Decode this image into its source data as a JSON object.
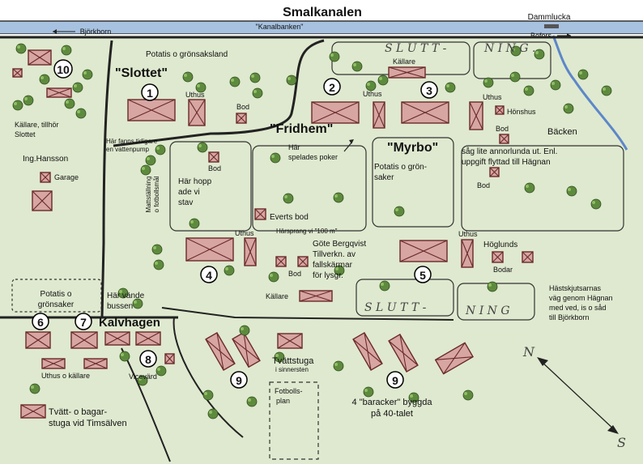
{
  "colors": {
    "land": "#dfe9cf",
    "water": "#a7c2e0",
    "building": "#d7a6a2",
    "building_edge": "#6a2a2a",
    "tree": "#5e8a3e",
    "road": "#222222"
  },
  "title": "Smalkanalen",
  "canal": {
    "kanalbanken": "\"Kanalbanken\"",
    "dammlucka": "Dammlucka",
    "bofors": "Bofors",
    "bjorkborn": "Björkborn"
  },
  "numbers": [
    "1",
    "2",
    "3",
    "4",
    "5",
    "6",
    "7",
    "8",
    "9",
    "9",
    "10"
  ],
  "labels": {
    "potatis_top": "Potatis o grönsaksland",
    "slottet": "\"Slottet\"",
    "uthus_1": "Uthus",
    "bod_1": "Bod",
    "fridhem": "\"Fridhem\"",
    "uthus_2": "Uthus",
    "kallare_top": "Källare",
    "myrbo": "\"Myrbo\"",
    "uthus_3": "Uthus",
    "honshus": "Hönshus",
    "bod_honshus": "Bod",
    "backen": "Bäcken",
    "sag_lite_1": "såg lite annorlunda ut. Enl.",
    "sag_lite_2": "uppgift flyttad till Hägnan",
    "bod_east": "Bod",
    "kallare_tillhor_1": "Källare, tillhör",
    "kallare_tillhor_2": "Slottet",
    "pump_1": "Här fanns tidigare",
    "pump_2": "en vattenpump",
    "ing_hansson": "Ing.Hansson",
    "garage": "Garage",
    "har_spelades_1": "Här",
    "har_spelades_2": "spelades poker",
    "potatis_mid_1": "Potatis o grön-",
    "potatis_mid_2": "saker",
    "bod_center": "Bod",
    "hopp_1": "Här hopp",
    "hopp_2": "ade vi",
    "hopp_3": "stav",
    "mattstallning_1": "Mattställning",
    "mattstallning_2": "o fotbollsmål",
    "everts_bod": "Everts bod",
    "harsprang": "Härsprang vi \"100 m\"",
    "uthus_4": "Uthus",
    "gote_1": "Göte Bergqvist",
    "gote_2": "Tillverkn. av",
    "gote_3": "fallskärmar",
    "gote_4": "för lysgr.",
    "bod_4": "Bod",
    "uthus_5": "Uthus",
    "hoglunds_1": "Höglunds",
    "hoglunds_2": "Bodar",
    "kallare_bottom": "Källare",
    "potatis_left_1": "Potatis o",
    "potatis_left_2": "grönsaker",
    "har_vande_1": "Här vände",
    "har_vande_2": "bussen",
    "kalvhagen": "Kalvhagen",
    "hastskjuts_1": "Hästskjutsarnas",
    "hastskjuts_2": "väg genom Hägnan",
    "hastskjuts_3": "med ved, is o såd",
    "hastskjuts_4": "till Björkborn",
    "uthus_kallare": "Uthus o källare",
    "vicevard": "Vicevärd",
    "tvattstuga": "Tvättstuga",
    "tvattstuga_sub": "i sinnersten",
    "fotbollsplan_1": "Fotbolls-",
    "fotbollsplan_2": "plan",
    "baracker_1": "4 \"baracker\" byggda",
    "baracker_2": "på 40-talet",
    "tvatt_bagar_1": "Tvätt- o bagar-",
    "tvatt_bagar_2": "stuga vid Timsälven",
    "compass_n": "N",
    "compass_s": "S"
  },
  "hand_labels": {
    "slutt_top": "S L U T T -",
    "ning_top": "N I N G .",
    "slutt_bottom": "S L U T T -",
    "ning_bottom": "N I N G"
  }
}
